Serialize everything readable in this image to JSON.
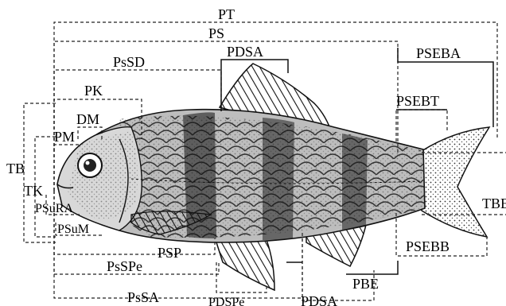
{
  "measurements": {
    "pt": "PT",
    "ps": "PS",
    "pssd": "PsSD",
    "pdsa_top": "PDSA",
    "pseba": "PSEBA",
    "pk": "PK",
    "psebt": "PSEBT",
    "dm": "DM",
    "pm": "PM",
    "tb": "TB",
    "tk": "TK",
    "psura": "PSuRA",
    "psum": "PSuM",
    "tbe": "TBE",
    "psp": "PSP",
    "pspe": "PsSPe",
    "psebb": "PSEBB",
    "pbe": "PBE",
    "pssa": "PsSA",
    "pdspe": "PDSPe",
    "pdsa_bottom": "PDSA"
  }
}
